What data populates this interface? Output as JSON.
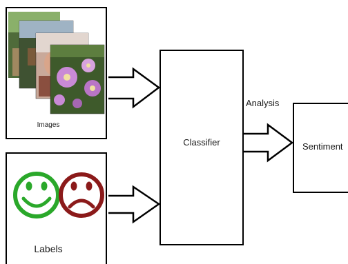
{
  "nodes": {
    "images": {
      "label": "Images"
    },
    "labels": {
      "label": "Labels"
    },
    "classifier": {
      "label": "Classifier"
    },
    "sentiment": {
      "label": "Sentiment"
    }
  },
  "edges": [
    {
      "from": "images",
      "to": "classifier",
      "label": ""
    },
    {
      "from": "labels",
      "to": "classifier",
      "label": ""
    },
    {
      "from": "classifier",
      "to": "sentiment",
      "label": "Analysis"
    }
  ],
  "icons": {
    "happy_face": {
      "name": "happy-face-icon",
      "color": "#2aa82a"
    },
    "sad_face": {
      "name": "sad-face-icon",
      "color": "#8b1a1a"
    }
  },
  "photos": [
    "garden-photo",
    "bench-photo",
    "portrait-photo",
    "flower-photo"
  ]
}
